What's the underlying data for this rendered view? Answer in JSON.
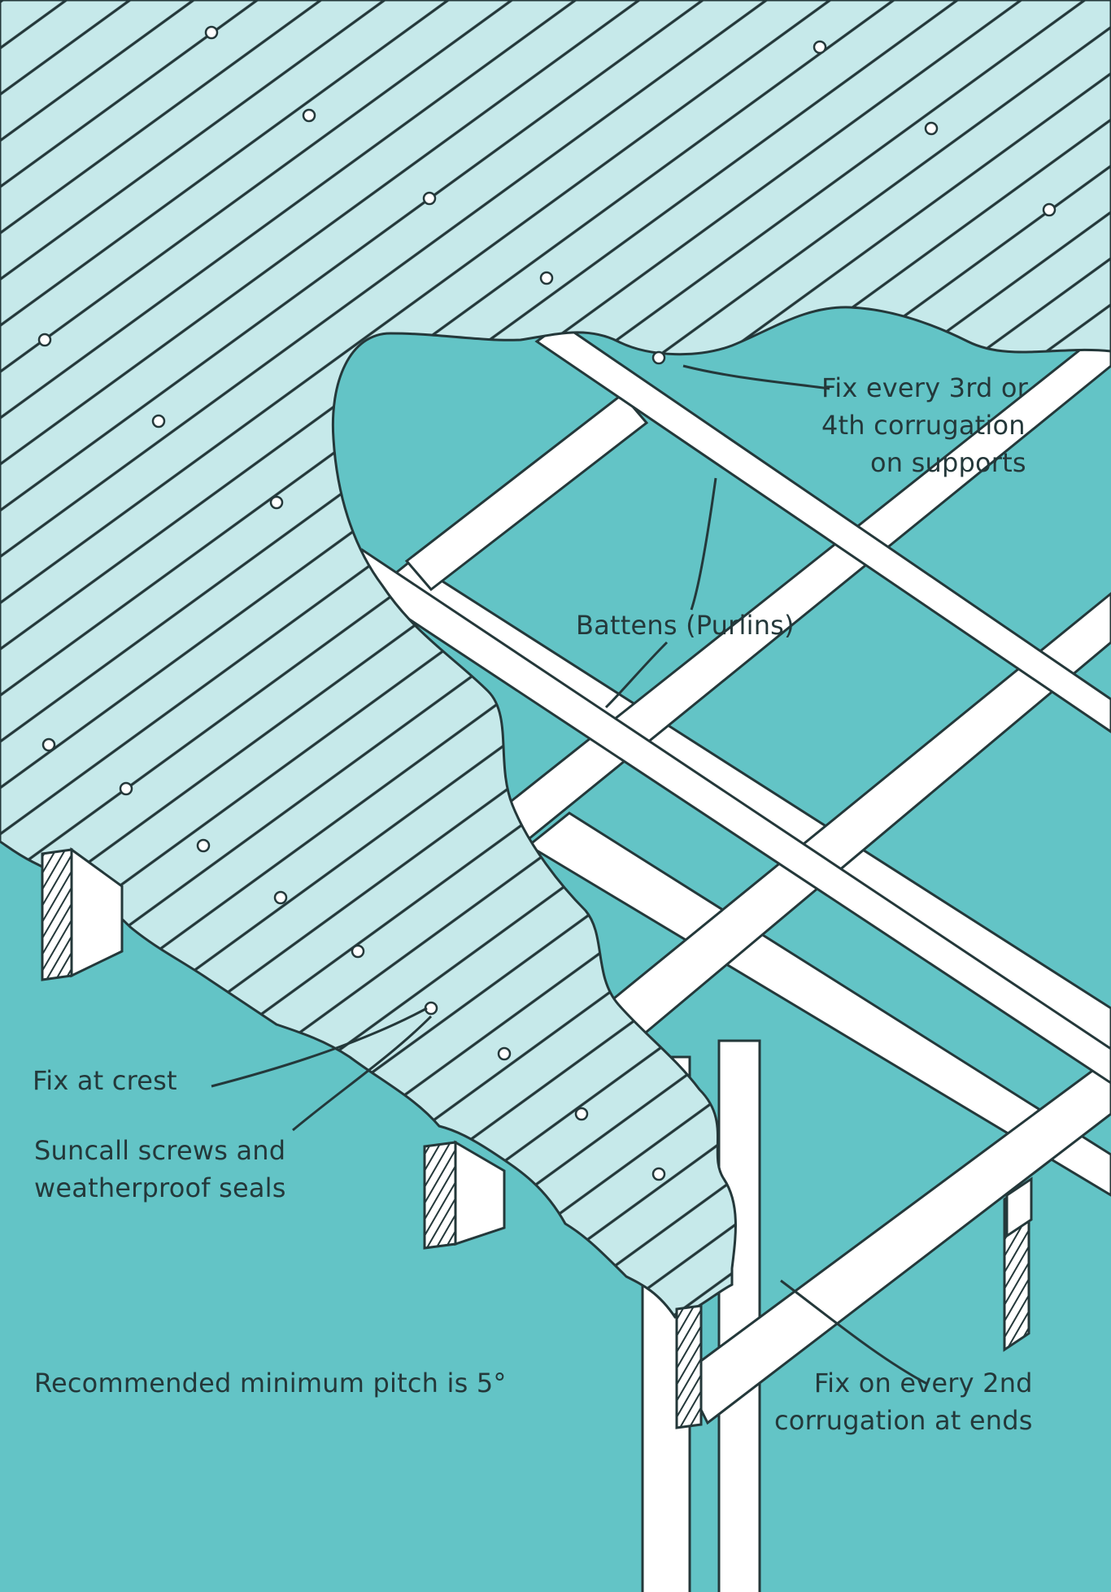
{
  "labels": {
    "fix_corrugation": [
      "Fix every 3rd or",
      "4th corrugation",
      "on supports"
    ],
    "battens": "Battens (Purlins)",
    "fix_crest": "Fix at crest",
    "screws": [
      "Suncall screws and",
      "weatherproof seals"
    ],
    "pitch": "Recommended minimum pitch is 5°",
    "fix_ends": [
      "Fix on every 2nd",
      "corrugation at ends"
    ]
  },
  "colors": {
    "background": "#63c4c6",
    "sheet": "#c6e9ea",
    "timber": "#ffffff",
    "ink": "#24383a"
  }
}
